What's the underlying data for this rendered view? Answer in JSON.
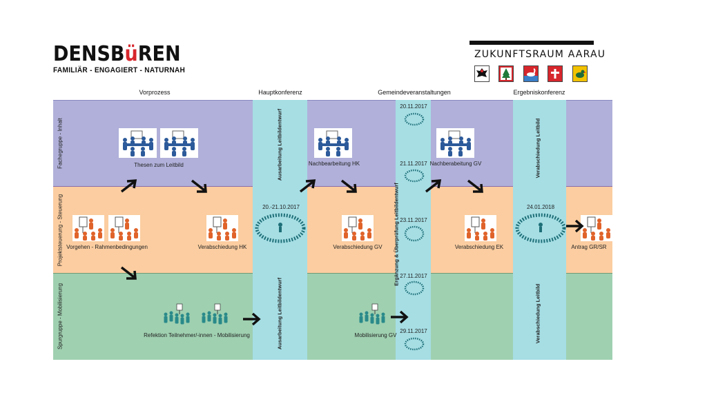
{
  "logos": {
    "left_title_a": "DENSB",
    "left_title_b": "ü",
    "left_title_c": "REN",
    "left_tagline": "FAMILIÄR - ENGAGIERT - NATURNAH",
    "right_title": "ZUKUNFTSRAUM AARAU",
    "crest_icons": [
      "eagle-crest-icon",
      "tree-crest-icon",
      "swan-crest-icon",
      "cross-crest-icon",
      "duck-crest-icon"
    ],
    "crest_colors": [
      "#ffffff",
      "#ffffff",
      "#d7262c",
      "#d7262c",
      "#f2c200"
    ]
  },
  "phases": [
    "Vorprozess",
    "Hauptkonferenz",
    "Gemeindeveranstaltungen",
    "Ergebniskonferenz"
  ],
  "lanes": [
    "Fachegruppe - Inhalt",
    "Projektsteuerung - Steuerung",
    "Spurgruppe - Mobilisierung"
  ],
  "columns": {
    "hk_top": "Ausarbeitung Leitbildentwurf",
    "hk_bottom": "Ausarbeitung Leitbildentwurf",
    "gv": "Ergänzung & Überprüfung Leitbildentwurf",
    "ek_top": "Verabschiedung Leitbild",
    "ek_bottom": "Verabschiedung Leitbild"
  },
  "labels": {
    "thesen": "Thesen zum Leitbild",
    "nachbearbeitung_hk": "Nachbearbeitung HK",
    "nachberabeitung_gv": "Nachberabeitung GV",
    "vorgehen": "Vorgehen - Rahmenbedingungen",
    "verabschiedung_hk": "Verabschiedung HK",
    "verabschiedung_gv": "Verabschiedung GV",
    "verabschiedung_ek": "Verabschiedung EK",
    "antrag": "Antrag GR/SR",
    "refektion": "Refektion Teilnehmer/-innen - Mobilisierung",
    "mobilisierung_gv": "Mobilisierung GV"
  },
  "dates": {
    "hk": "20.-21.10.2017",
    "gv1": "20.11.2017",
    "gv2": "21.11.2017",
    "gv3": "23.11.2017",
    "gv4": "27.11.2017",
    "gv5": "29.11.2017",
    "ek": "24.01.2018"
  },
  "colors": {
    "lane_top": "#b0b0da",
    "lane_mid": "#fbcda0",
    "lane_bottom": "#9fd0b0",
    "column": "#a6dee4",
    "people_blue": "#2c5a9a",
    "people_orange": "#e0632a",
    "people_teal": "#2a8a8a"
  }
}
